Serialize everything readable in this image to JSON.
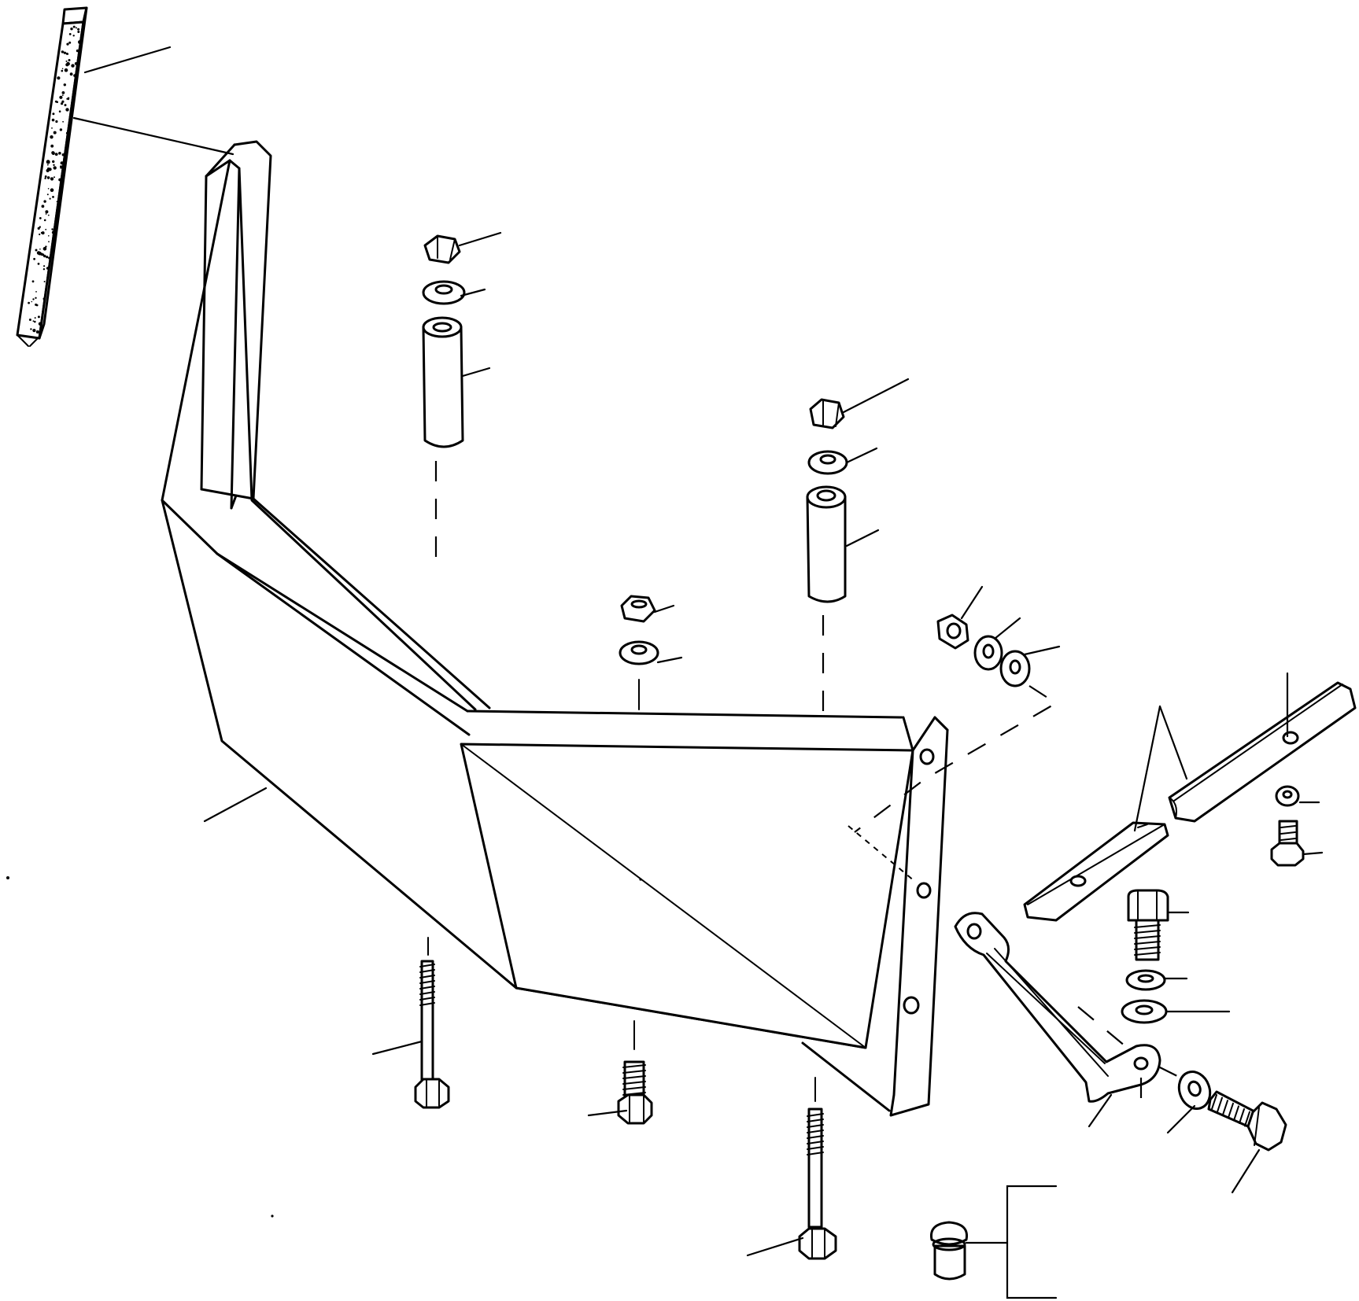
{
  "diagram": {
    "kind": "exploded-parts-view",
    "ink_color": "#000000",
    "paper_color": "#ffffff",
    "parts": [
      {
        "id": "seal-strip"
      },
      {
        "id": "side-panel"
      },
      {
        "id": "upper-nut-left"
      },
      {
        "id": "upper-lock-washer-left"
      },
      {
        "id": "spacer-tube-left"
      },
      {
        "id": "upper-nut-right"
      },
      {
        "id": "upper-lock-washer-right"
      },
      {
        "id": "spacer-tube-right"
      },
      {
        "id": "middle-nut"
      },
      {
        "id": "middle-lock-washer"
      },
      {
        "id": "flange-nut"
      },
      {
        "id": "flange-lock-washer"
      },
      {
        "id": "flange-flat-washer"
      },
      {
        "id": "long-bolt-left"
      },
      {
        "id": "short-bolt-middle"
      },
      {
        "id": "long-bolt-right"
      },
      {
        "id": "support-strap"
      },
      {
        "id": "trim-strip-left"
      },
      {
        "id": "trim-strip-right"
      },
      {
        "id": "strip-washer"
      },
      {
        "id": "strip-screw"
      },
      {
        "id": "strap-bolt"
      },
      {
        "id": "strap-lock-washer"
      },
      {
        "id": "strap-flat-washer"
      },
      {
        "id": "end-washer"
      },
      {
        "id": "end-bolt"
      },
      {
        "id": "plug"
      }
    ]
  }
}
